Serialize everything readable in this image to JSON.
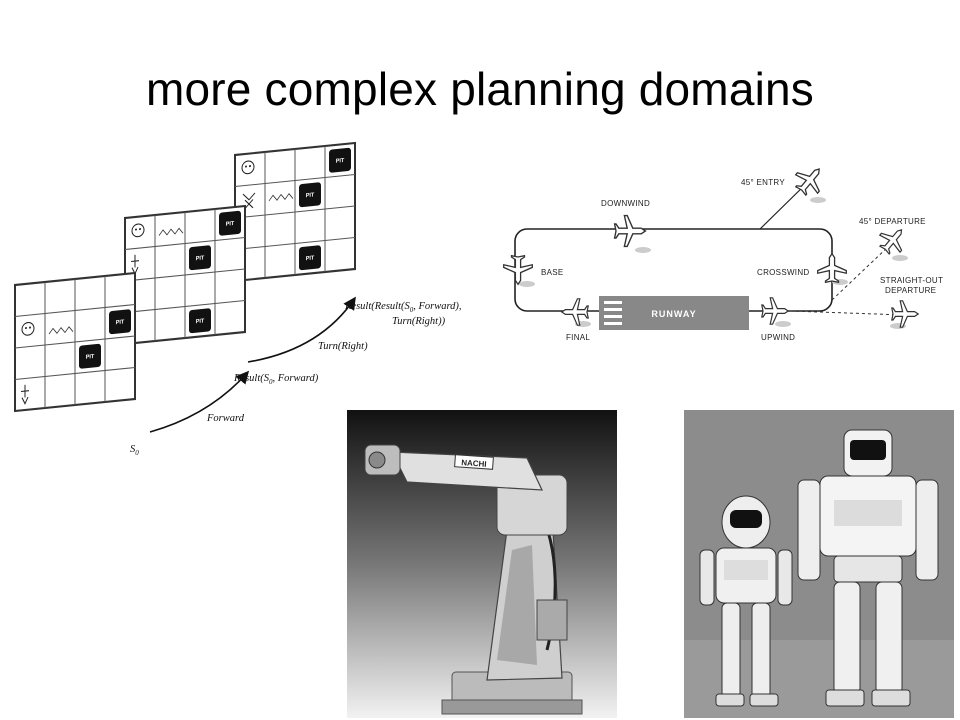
{
  "slide": {
    "title": "more complex planning domains"
  },
  "wumpus": {
    "pit_label": "PIT",
    "state_initial": "S",
    "subscript_zero": "0",
    "action_forward": "Forward",
    "result_first_prefix": "Result(",
    "result_first_suffix": ", Forward)",
    "action_turn_right": "Turn(Right)",
    "result_second_line1_prefix": "Result(Result(",
    "result_second_line1_suffix": ", Forward),",
    "result_second_line2": "Turn(Right))"
  },
  "traffic_pattern": {
    "entry_45": "45° ENTRY",
    "downwind": "DOWNWIND",
    "departure_45": "45° DEPARTURE",
    "base": "BASE",
    "crosswind": "CROSSWIND",
    "straight_out_line1": "STRAIGHT-OUT",
    "straight_out_line2": "DEPARTURE",
    "runway": "RUNWAY",
    "final": "FINAL",
    "upwind": "UPWIND"
  },
  "photos": {
    "robot_arm_brand": "NACHI"
  }
}
